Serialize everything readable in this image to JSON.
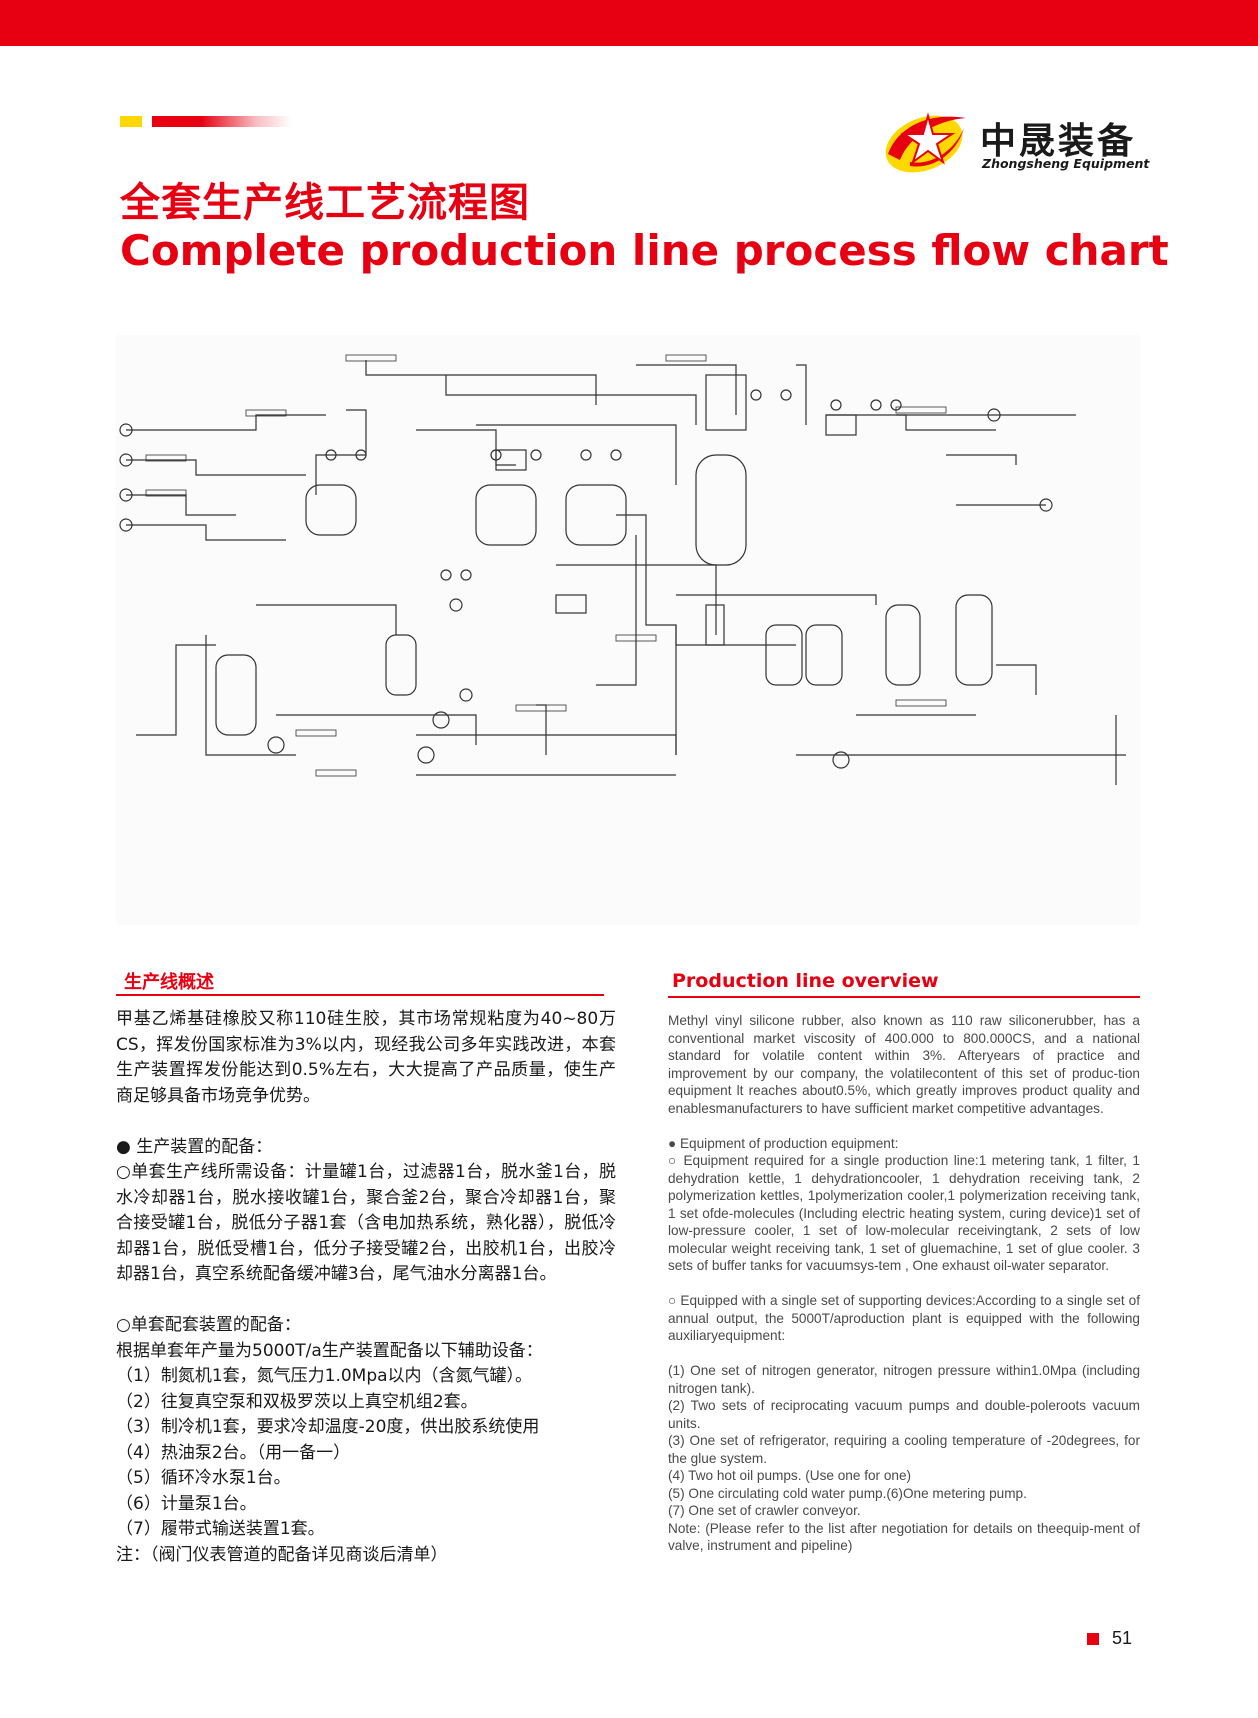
{
  "page": {
    "title_cn": "全套生产线工艺流程图",
    "title_en": "Complete production line process flow chart",
    "page_number": "51",
    "brand_color": "#e60012",
    "accent_color": "#ffd800"
  },
  "logo": {
    "name_cn": "中晟装备",
    "name_en": "Zhongsheng Equipment",
    "icon": "star-swoosh-logo"
  },
  "diagram": {
    "type": "process flow diagram (P&ID line drawing)"
  },
  "overview_cn": {
    "heading": "生产线概述",
    "intro": "甲基乙烯基硅橡胶又称110硅生胶，其市场常规粘度为40~80万CS，挥发份国家标准为3%以内，现经我公司多年实践改进，本套生产装置挥发份能达到0.5%左右，大大提高了产品质量，使生产商足够具备市场竞争优势。",
    "equipment_heading": "● 生产装置的配备：",
    "equipment_text": "○单套生产线所需设备：计量罐1台，过滤器1台，脱水釜1台，脱水冷却器1台，脱水接收罐1台，聚合釜2台，聚合冷却器1台，聚合接受罐1台，脱低分子器1套（含电加热系统，熟化器），脱低冷却器1台，脱低受槽1台，低分子接受罐2台，出胶机1台，出胶冷却器1台，真空系统配备缓冲罐3台，尾气油水分离器1台。",
    "support_heading": "○单套配套装置的配备：",
    "support_intro": "根据单套年产量为5000T/a生产装置配备以下辅助设备：",
    "items": [
      "（1）制氮机1套，氮气压力1.0Mpa以内（含氮气罐）。",
      "（2）往复真空泵和双极罗茨以上真空机组2套。",
      "（3）制冷机1套，要求冷却温度-20度，供出胶系统使用",
      "（4）热油泵2台。（用一备一）",
      "（5）循环冷水泵1台。",
      "（6）计量泵1台。",
      "（7）履带式输送装置1套。"
    ],
    "note": "注：（阀门仪表管道的配备详见商谈后清单）"
  },
  "overview_en": {
    "heading": "Production line overview",
    "intro": "Methyl vinyl silicone rubber, also known as 110 raw siliconerubber, has a conventional market viscosity of 400.000 to 800.000CS, and a national standard for volatile content within 3%. Afteryears of practice and improvement by our company, the volatilecontent of this set of produc-tion equipment lt reaches about0.5%, which greatly improves product quality and enablesmanufacturers to have sufficient market competitive advantages.",
    "equipment_heading": "● Equipment of production equipment:",
    "equipment_text": "○ Equipment required for a single production line:1 metering tank, 1 filter, 1 dehydration kettle, 1 dehydrationcooler, 1 dehydration receiving tank, 2 polymerization kettles, 1polymerization cooler,1 polymerization receiving tank, 1 set ofde-molecules (Including electric heating system, curing device)1 set of low-pressure cooler, 1 set of low-molecular receivingtank, 2 sets of low molecular weight receiving tank, 1 set of gluemachine, 1 set of glue cooler. 3 sets of buffer tanks for vacuumsys-tem , One exhaust oil-water separator.",
    "support_text": "○ Equipped with a single set of supporting devices:According to a single set of annual output, the 5000T/aproduction plant is equipped with the following auxiliaryequipment:",
    "items": [
      "(1) One set of nitrogen generator, nitrogen pressure within1.0Mpa (including nitrogen tank).",
      "(2) Two sets of reciprocating vacuum pumps and double-poleroots vacuum units.",
      "(3) One set of refrigerator, requiring a cooling temperature of -20degrees, for the glue system.",
      "(4) Two hot oil pumps. (Use one for one)",
      "(5) One circulating cold water pump.(6)One metering pump.",
      "(7) One set of crawler conveyor."
    ],
    "note": "Note: (Please refer to the list after negotiation for details on theequip-ment of valve, instrument and pipeline)"
  }
}
